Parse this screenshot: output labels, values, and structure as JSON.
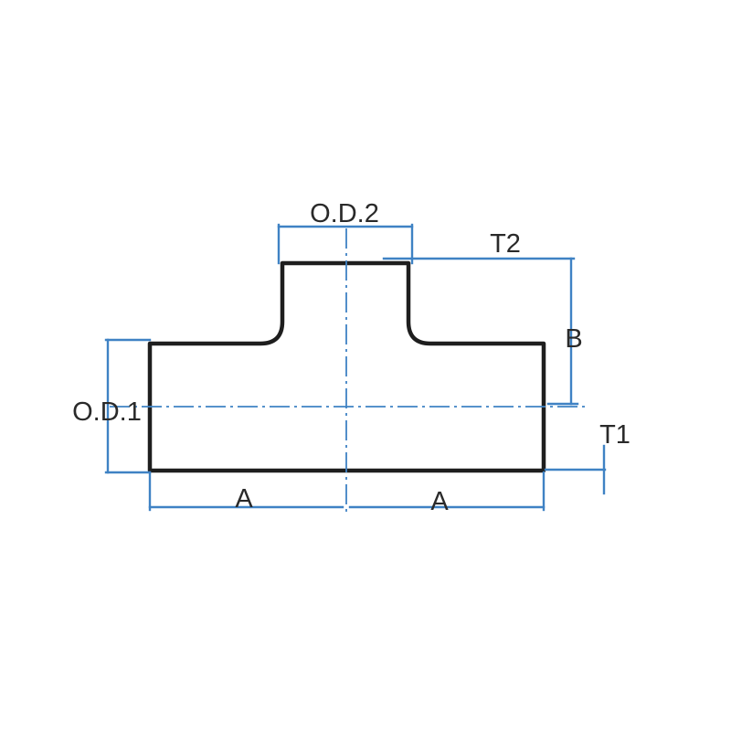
{
  "labels": {
    "od2": "O.D.2",
    "t2": "T2",
    "b": "B",
    "od1": "O.D.1",
    "t1": "T1",
    "a_left": "A",
    "a_right": "A"
  },
  "colors": {
    "outline": "#1e1e1e",
    "dimension": "#3f82c4",
    "background": "#ffffff"
  }
}
